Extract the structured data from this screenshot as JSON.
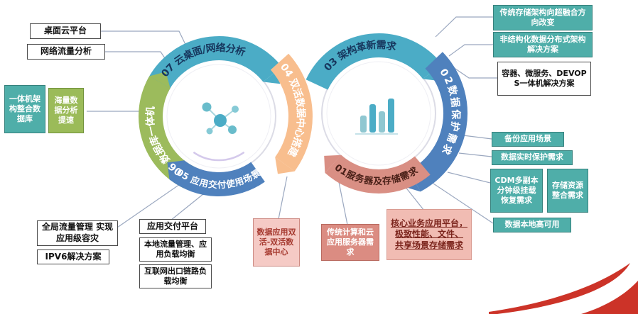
{
  "left_hub": {
    "icon": "molecule-icon",
    "segments": {
      "s07": {
        "label": "07 云桌面/网络分析"
      },
      "s06": {
        "label": "06 数据库一体机"
      },
      "s05": {
        "label": "05 应用交付使用场景"
      },
      "s04": {
        "label": "04 双活数据中心搭建"
      }
    }
  },
  "right_hub": {
    "icon": "bar-chart-icon",
    "segments": {
      "s03": {
        "label": "03 架构革新需求"
      },
      "s02": {
        "label": "02数据保护需求"
      },
      "s01": {
        "label": "01服务器及存储需求"
      }
    }
  },
  "callouts": {
    "desktop_cloud": "桌面云平台",
    "network_analysis": "网络流量分析",
    "aio_database": "一体机架构整合数据库",
    "massive_data": "海量数据分析提速",
    "hci_shift": "传统存储架构向超融合方向改变",
    "unstructured": "非结构化数据分布式架构解决方案",
    "container_devops": "容器、微服务、DEVOPS一体机解决方案",
    "backup_scene": "备份应用场景",
    "realtime_protection": "数据实时保护需求",
    "cdm_recovery": "CDM多副本分钟级挂载恢复需求",
    "storage_consolidation": "存储资源整合需求",
    "local_ha": "数据本地高可用",
    "global_traffic": "全局流量管理 实现应用级容灾",
    "ipv6": "IPV6解决方案",
    "app_delivery": "应用交付平台",
    "local_lb": "本地流量管理、应用负载均衡",
    "internet_lb": "互联网出口链路负载均衡",
    "dual_active_dc": "数据应用双活-双活数据中心",
    "cloud_server": "传统计算和云应用服务器需求",
    "core_business_lines": [
      "核心业务应用平台，",
      "极致性能、文件、",
      "共享场景存储需求"
    ]
  },
  "colors": {
    "teal_arc": "#4BACC6",
    "green_arc": "#9CBB5C",
    "blue_arc": "#4F81BD",
    "orange_arc": "#F8BE8E",
    "salmon_arc": "#D98F84",
    "teal_box": "#4FAEA9",
    "green_box": "#9BBB59",
    "swoosh_red": "#CC3328"
  }
}
